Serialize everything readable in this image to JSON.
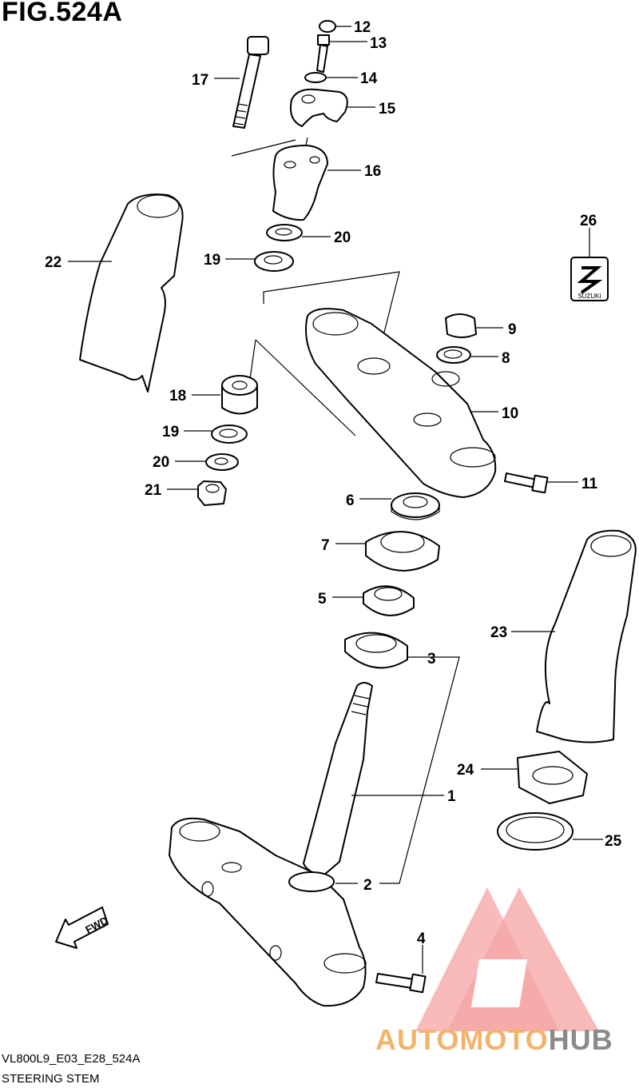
{
  "figure": {
    "title": "FIG.524A",
    "code": "VL800L9_E03_E28_524A",
    "name": "STEERING STEM"
  },
  "watermark": {
    "text_part1": "AUTOMOTO",
    "text_part2": "HUB",
    "color_primary": "#f4b36a",
    "color_secondary": "#8a8a8a",
    "logo_color": "#f28b8b"
  },
  "fwd_label": "FWD",
  "emblem_text": "SUZUKI",
  "callouts": [
    {
      "id": "c12",
      "label": "12"
    },
    {
      "id": "c13",
      "label": "13"
    },
    {
      "id": "c14",
      "label": "14"
    },
    {
      "id": "c15",
      "label": "15"
    },
    {
      "id": "c16",
      "label": "16"
    },
    {
      "id": "c17",
      "label": "17"
    },
    {
      "id": "c20a",
      "label": "20"
    },
    {
      "id": "c19a",
      "label": "19"
    },
    {
      "id": "c22",
      "label": "22"
    },
    {
      "id": "c26",
      "label": "26"
    },
    {
      "id": "c9",
      "label": "9"
    },
    {
      "id": "c8",
      "label": "8"
    },
    {
      "id": "c10",
      "label": "10"
    },
    {
      "id": "c18",
      "label": "18"
    },
    {
      "id": "c19b",
      "label": "19"
    },
    {
      "id": "c20b",
      "label": "20"
    },
    {
      "id": "c21",
      "label": "21"
    },
    {
      "id": "c11",
      "label": "11"
    },
    {
      "id": "c6",
      "label": "6"
    },
    {
      "id": "c7",
      "label": "7"
    },
    {
      "id": "c5",
      "label": "5"
    },
    {
      "id": "c23",
      "label": "23"
    },
    {
      "id": "c3",
      "label": "3"
    },
    {
      "id": "c24",
      "label": "24"
    },
    {
      "id": "c1",
      "label": "1"
    },
    {
      "id": "c25",
      "label": "25"
    },
    {
      "id": "c2",
      "label": "2"
    },
    {
      "id": "c4",
      "label": "4"
    }
  ]
}
